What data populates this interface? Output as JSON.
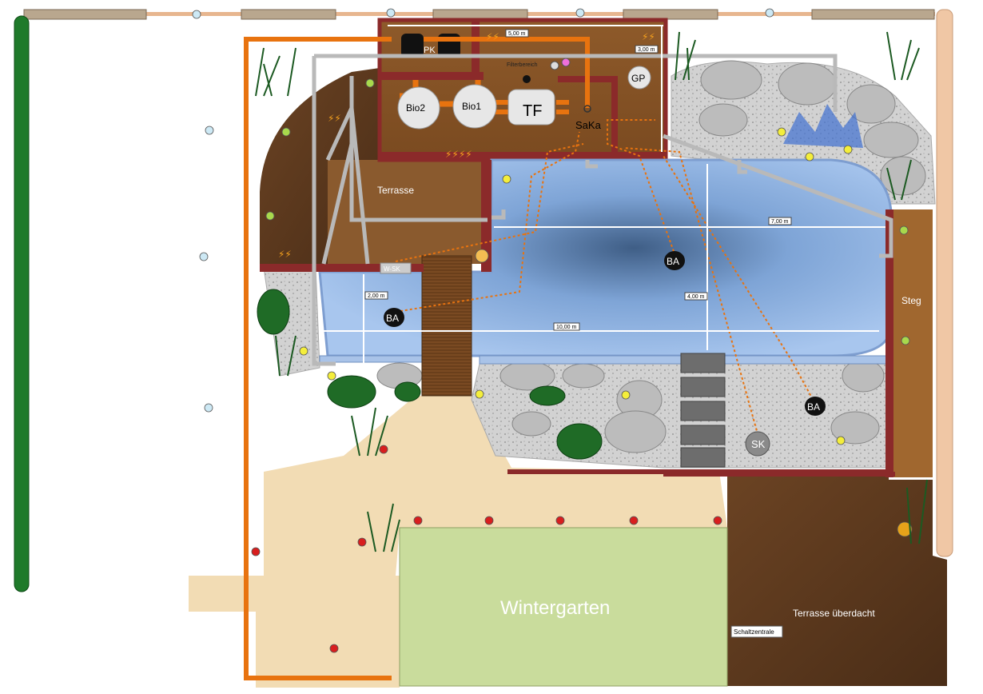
{
  "colors": {
    "orange_pipe": "#e8730f",
    "grey_pipe": "#b9b9b9",
    "brick": "#8b2a2a",
    "wood": "#8a5a2e",
    "pond": "#8fb5e6",
    "sand": "#f2dcb4",
    "gravel": "#c9c9c9",
    "lawn": "#c9dc9c"
  },
  "labels": {
    "pk": "PK",
    "filterbereich": "Filterbereich",
    "gp": "GP",
    "bio1": "Bio1",
    "bio2": "Bio2",
    "tf": "TF",
    "saka": "SaKa",
    "terrasse": "Terrasse",
    "steg": "Steg",
    "wsk": "W-SK",
    "ba": "BA",
    "sk": "SK",
    "wintergarten": "Wintergarten",
    "terrasse_ueberdacht": "Terrasse überdacht",
    "schaltzentrale": "Schaltzentrale"
  },
  "dimensions": {
    "top_width": "5,00 m",
    "top_depth": "3,00 m",
    "pond_width_upper": "7,00 m",
    "pond_depth": "4,00 m",
    "shallow_depth": "2,00 m",
    "pond_width_total": "10,00 m"
  }
}
